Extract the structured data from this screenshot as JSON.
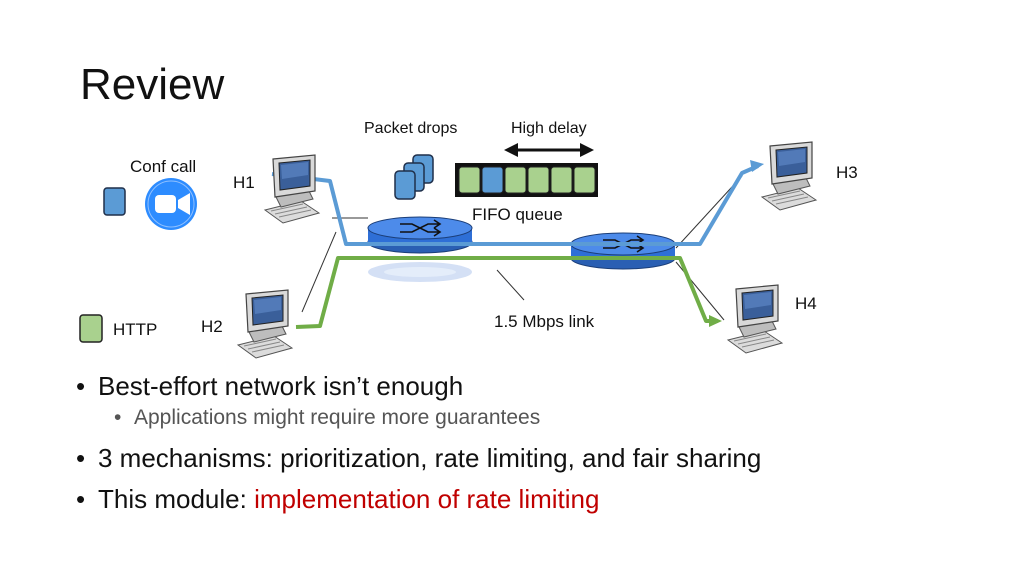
{
  "title": "Review",
  "diagram": {
    "packet_drops_label": "Packet drops",
    "high_delay_label": "High delay",
    "conf_call_label": "Conf call",
    "fifo_queue_label": "FIFO queue",
    "link_label": "1.5 Mbps link",
    "http_label": "HTTP",
    "hosts": {
      "h1": "H1",
      "h2": "H2",
      "h3": "H3",
      "h4": "H4"
    },
    "colors": {
      "conf_call": "#5b9bd5",
      "http": "#70ad47",
      "queue_green": "#a9d18e",
      "router": "#2e6fd6",
      "zoom_blue": "#2d8cff"
    }
  },
  "bullets": [
    {
      "text": "Best-effort network isn’t enough",
      "sub": [
        "Applications might require more guarantees"
      ]
    },
    {
      "text": "3 mechanisms: prioritization, rate limiting, and fair sharing"
    },
    {
      "text": "This module: ",
      "highlight": "implementation of rate limiting"
    }
  ]
}
